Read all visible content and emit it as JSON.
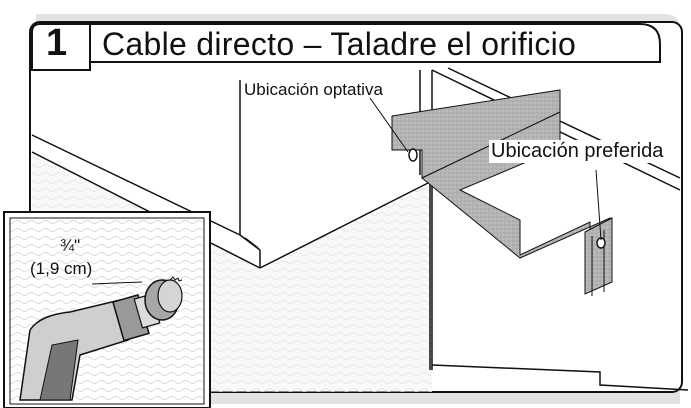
{
  "header": {
    "step_number": "1",
    "title": "Cable directo – Taladre el orificio"
  },
  "callouts": {
    "optional_location": "Ubicación optativa",
    "preferred_location": "Ubicación preferida"
  },
  "inset": {
    "size_fraction": "¾\"",
    "size_metric": "(1,9 cm)"
  },
  "icons": [
    "drill-icon",
    "hole-saw-icon"
  ],
  "colors": {
    "line": "#111111",
    "panel_tint": "#bdbdbd",
    "floor_tint": "#ececec",
    "frame_shadow": "#c8c8c8"
  }
}
